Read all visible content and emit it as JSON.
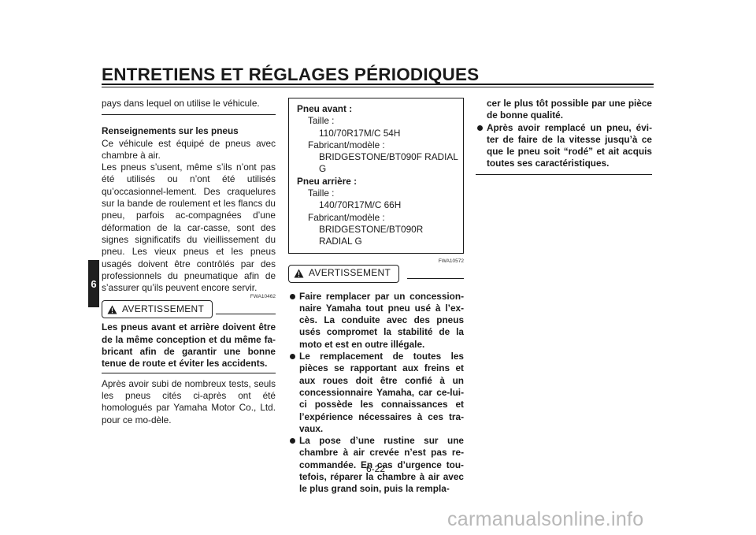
{
  "header": {
    "title": "ENTRETIENS ET RÉGLAGES PÉRIODIQUES"
  },
  "chapter_tab": "6",
  "col1": {
    "intro": "pays dans lequel on utilise le véhicule.",
    "section_title": "Renseignements sur les pneus",
    "para1": "Ce véhicule est équipé de pneus avec chambre à air.",
    "para2": "Les pneus s’usent, même s’ils n’ont pas été utilisés ou n’ont été utilisés qu’occasionnel-lement. Des craquelures sur la bande de roulement et les flancs du pneu, parfois ac-compagnées d’une déformation de la car-casse, sont des signes significatifs du vieillissement du pneu. Les vieux pneus et les pneus usagés doivent être contrôlés par des professionnels du pneumatique afin de s’assurer qu’ils peuvent encore servir.",
    "warning_code": "FWA10462",
    "warning_label": "AVERTISSEMENT",
    "warning_text": "Les pneus avant et arrière doivent être de la même conception et du même fa-bricant afin de garantir une bonne tenue de route et éviter les accidents.",
    "para3": "Après avoir subi de nombreux tests, seuls les pneus cités ci-après ont été homologués par Yamaha Motor Co., Ltd. pour ce mo-dèle."
  },
  "spec": {
    "front_title": "Pneu avant :",
    "front_size_label": "Taille :",
    "front_size": "110/70R17M/C 54H",
    "front_maker_label": "Fabricant/modèle :",
    "front_maker": "BRIDGESTONE/BT090F RADIAL G",
    "rear_title": "Pneu arrière :",
    "rear_size_label": "Taille :",
    "rear_size": "140/70R17M/C 66H",
    "rear_maker_label": "Fabricant/modèle :",
    "rear_maker": "BRIDGESTONE/BT090R RADIAL G"
  },
  "col2": {
    "warning_code": "FWA10572",
    "warning_label": "AVERTISSEMENT",
    "bullets": [
      "Faire remplacer par un concession-naire Yamaha tout pneu usé à l’ex-cès. La conduite avec des pneus usés compromet la stabilité de la moto et est en outre illégale.",
      "Le remplacement de toutes les pièces se rapportant aux freins et aux roues doit être confié à un concessionnaire Yamaha, car ce-lui-ci possède les connaissances et l’expérience nécessaires à ces tra-vaux.",
      "La pose d’une rustine sur une chambre à air crevée n’est pas re-commandée. En cas d’urgence tou-tefois, réparer la chambre à air avec le plus grand soin, puis la rempla-"
    ]
  },
  "col3": {
    "continuation": "cer le plus tôt possible par une pièce de bonne qualité.",
    "bullets": [
      "Après avoir remplacé un pneu, évi-ter de faire de la vitesse jusqu’à ce que le pneu soit “rodé” et ait acquis toutes ses caractéristiques."
    ]
  },
  "footer": {
    "page_number": "6-22",
    "watermark": "carmanualsonline.info"
  }
}
